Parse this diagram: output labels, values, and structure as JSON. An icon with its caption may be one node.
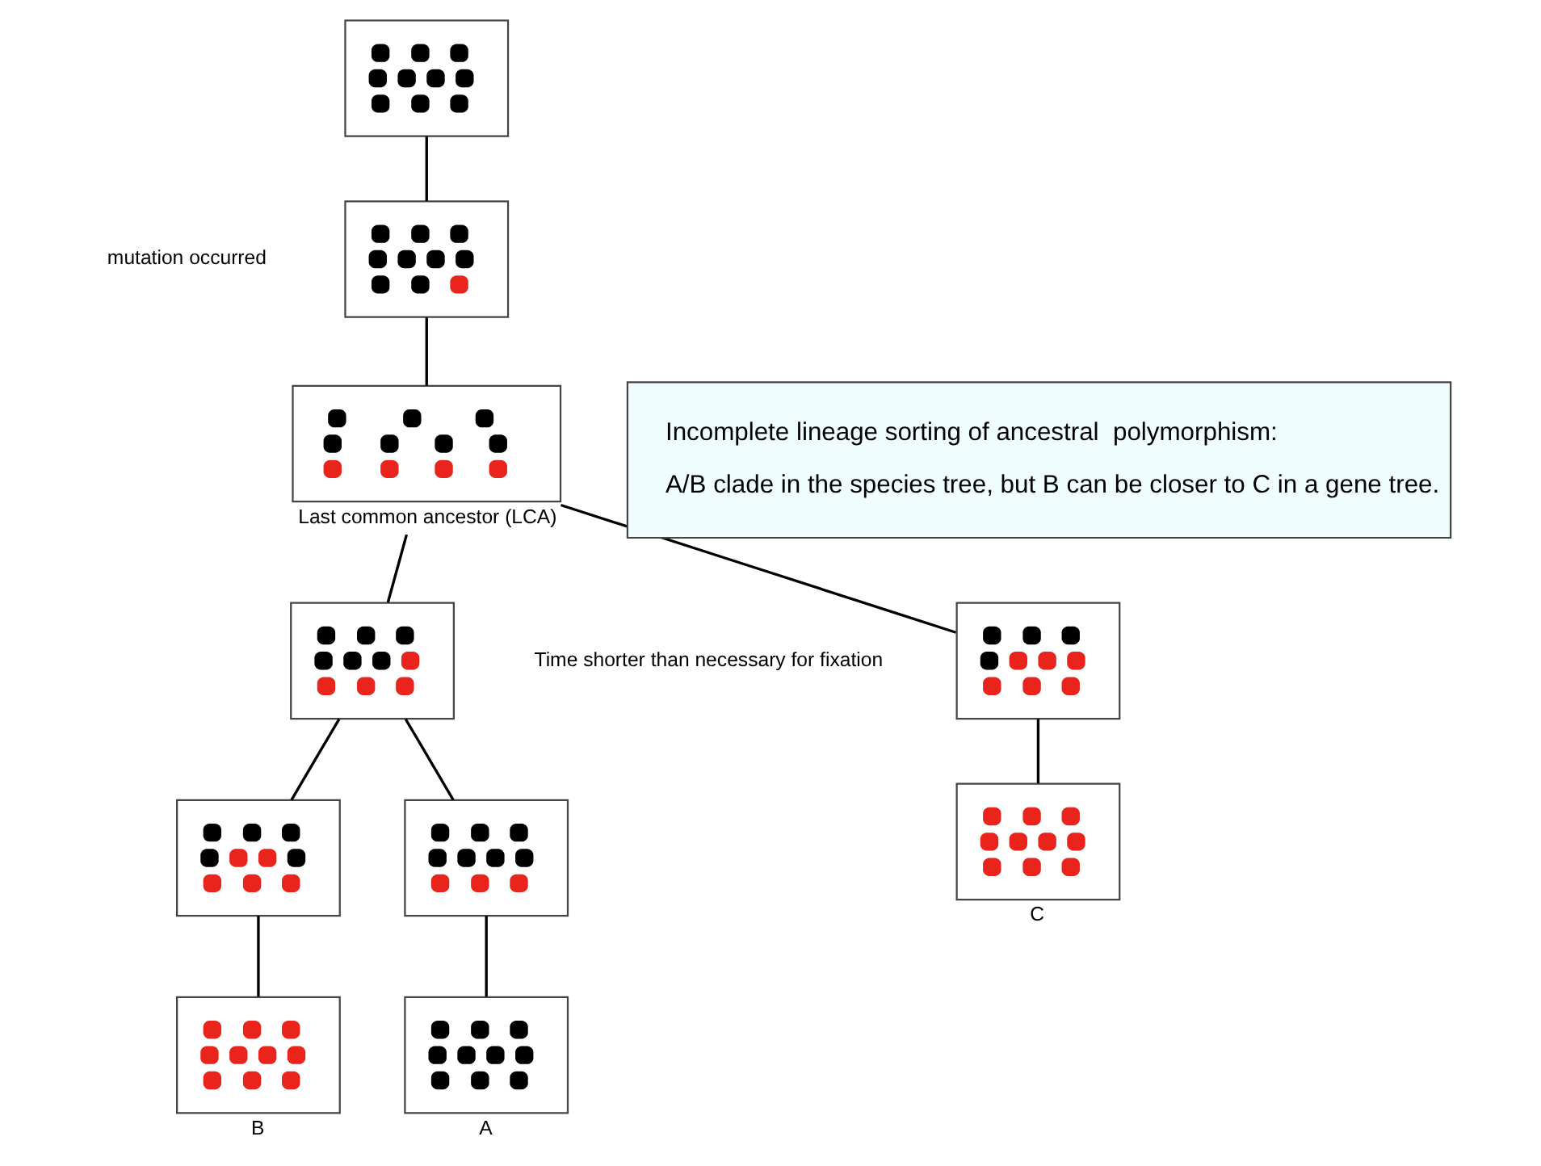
{
  "diagram": {
    "nodes": [
      {
        "text": [],
        "shape": "box"
      },
      {
        "text": [],
        "shape": "box"
      },
      {
        "text": [],
        "shape": "box",
        "beside": [
          "Last common ancestor (LCA)"
        ]
      },
      {
        "text": [],
        "shape": "box"
      },
      {
        "text": [],
        "shape": "box"
      },
      {
        "text": [],
        "shape": "box"
      },
      {
        "text": [],
        "shape": "box"
      },
      {
        "text": [],
        "shape": "box",
        "beside": [
          "A"
        ]
      },
      {
        "text": [],
        "shape": "box",
        "beside": [
          "B"
        ]
      },
      {
        "text": [],
        "shape": "box",
        "beside": [
          "C"
        ]
      },
      {
        "text": [
          "Incomplete lineage sorting of ancestral  polymorphism:",
          "A/B clade in the species tree, but B can be closer to C in a gene tree."
        ]
      }
    ],
    "edges": [
      {
        "from": 0,
        "to": 1,
        "arrow": "none"
      },
      {
        "from": 1,
        "to": 2,
        "arrow": "none"
      },
      {
        "from": 2,
        "to": 3,
        "arrow": "none"
      },
      {
        "from": 2,
        "to": 4,
        "arrow": "none"
      },
      {
        "from": 3,
        "to": 5,
        "arrow": "none"
      },
      {
        "from": 3,
        "to": 6,
        "arrow": "none"
      },
      {
        "from": 5,
        "to": 7,
        "arrow": "none"
      },
      {
        "from": 6,
        "to": 8,
        "arrow": "none"
      },
      {
        "from": 4,
        "to": 9,
        "arrow": "none"
      }
    ],
    "labels": [
      "mutation occurred",
      "Time shorter than necessary for fixation"
    ]
  }
}
